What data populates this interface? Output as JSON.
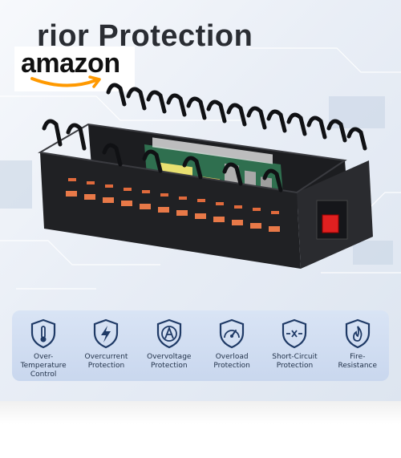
{
  "headline": "rior Protection",
  "brand": "amazon",
  "features": [
    {
      "label": "Over-Temperature\nControl",
      "icon": "thermometer-shield-icon"
    },
    {
      "label": "Overcurrent\nProtection",
      "icon": "lightning-shield-icon"
    },
    {
      "label": "Overvoltage\nProtection",
      "icon": "voltage-shield-icon"
    },
    {
      "label": "Overload\nProtection",
      "icon": "gauge-shield-icon"
    },
    {
      "label": "Short-Circuit\nProtection",
      "icon": "short-circuit-shield-icon"
    },
    {
      "label": "Fire-\nResistance",
      "icon": "flame-shield-icon"
    }
  ],
  "colors": {
    "accent": "#1f3a66",
    "feature_bar": "#d3dff2",
    "usb_port": "#e06a3c",
    "power_switch": "#e02020",
    "brand_smile": "#ff9900"
  }
}
